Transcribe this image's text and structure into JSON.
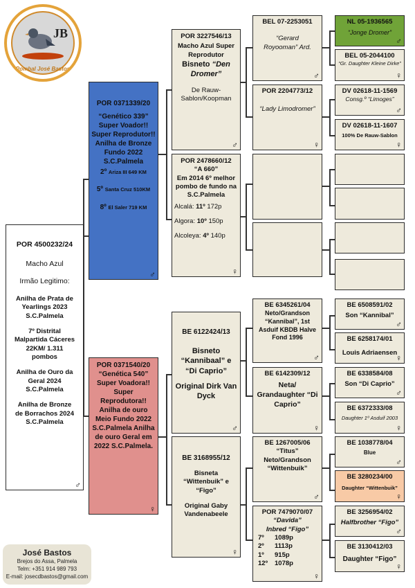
{
  "logo": {
    "initials": "JB",
    "name": "Pombal José Bastos"
  },
  "subject": {
    "ring": "POR 4500232/24",
    "sex_label": "Macho Azul",
    "note": "Irmão Legitimo:",
    "awards": [
      "Anilha de Prata de Yearlings 2023 S.C.Palmela",
      "7º Distrital Malpartida Cáceres 22KM/ 1.311 pombos",
      "Anilha de Ouro da Geral 2024 S.C.Palmela",
      "Anilha de Bronze de Borrachos 2024 S.C.Palmela"
    ],
    "sex": "♂"
  },
  "sire": {
    "ring": "POR 0371339/20",
    "name": "“Genético 339” Super Voador!! Super Reprodutor!! Anilha de Bronze Fundo 2022 S.C.Palmela",
    "results": [
      {
        "rank": "2º",
        "text": "Ariza III 649 KM"
      },
      {
        "rank": "5º",
        "text": "Santa Cruz 510KM"
      },
      {
        "rank": "8º",
        "text": "El Saler 719 KM"
      }
    ],
    "sex": "♂"
  },
  "dam": {
    "ring": "POR 0371540/20",
    "name": "“Genética 540” Super Voadora!! Super Reprodutora!! Anilha de ouro Meio Fundo 2022 S.C.Palmela Anilha de ouro Geral em 2022 S.C.Palmela.",
    "sex": "♀"
  },
  "ss": {
    "ring": "POR 3227546/13",
    "line1": "Macho Azul Super Reprodutor",
    "line2": "Bisneto",
    "line2_it": "“Den Dromer”",
    "line3": "De Rauw-Sablon/Koopman",
    "sex": "♂"
  },
  "sd": {
    "ring": "POR 2478660/12",
    "line1": "“A 660”",
    "line2": "Em 2014 6º melhor pombo de fundo na S.C.Palmela",
    "results": [
      {
        "place": "Alcalá:",
        "rank": "11º",
        "km": "172p"
      },
      {
        "place": "Algora:",
        "rank": "10º",
        "km": "150p"
      },
      {
        "place": "Alcoleya:",
        "rank": "4º",
        "km": "140p"
      }
    ],
    "sex": "♀"
  },
  "ds": {
    "ring": "BE 6122424/13",
    "line1": "Bisneto “Kannibaal” e “Di Caprio”",
    "line2": "Original Dirk Van Dyck",
    "sex": "♂"
  },
  "dd": {
    "ring": "BE 3168955/12",
    "line1": "Bisneta “Wittenbuik” e “Figo”",
    "line2": "Original Gaby Vandenabeele",
    "sex": "♀"
  },
  "sss": {
    "ring": "BEL 07-2253051",
    "text": "“Gerard Royooman” Ard.",
    "sex": "♂"
  },
  "ssd": {
    "ring": "POR 2204773/12",
    "text": "“Lady Limodromer”",
    "sex": "♀"
  },
  "dss": {
    "ring": "BE 6345261/04",
    "text": "Neto/Grandson “Kannibal”, 1st Asduif KBDB Halve Fond 1996",
    "sex": "♂"
  },
  "dsd": {
    "ring": "BE 6142309/12",
    "text": "Neta/ Grandaughter “Di Caprio”",
    "sex": "♀"
  },
  "dds": {
    "ring": "BE 1267005/06",
    "text": "“Titus” Neto/Grandson “Wittenbuik”",
    "sex": "♂"
  },
  "ddd": {
    "ring": "POR 7479070/07",
    "name": "“Davida”",
    "text": "Inbred “Figo”",
    "results": [
      {
        "rank": "7º",
        "km": "1089p"
      },
      {
        "rank": "2º",
        "km": "1113p"
      },
      {
        "rank": "1º",
        "km": "915p"
      },
      {
        "rank": "12º",
        "km": "1078p"
      }
    ],
    "sex": "♀"
  },
  "g4": [
    {
      "ring": "NL 05-1936565",
      "text": "“Jonge Dromer”",
      "sex": "♂"
    },
    {
      "ring": "BEL 05-2044100",
      "text": "“Gr. Daughter Kleine Dirke”",
      "sex": "♀"
    },
    {
      "ring": "DV 02618-11-1569",
      "text": "Consg.º “Limoges”",
      "sex": "♂"
    },
    {
      "ring": "DV 02618-11-1607",
      "text": "100% De Rauw-Sablon",
      "sex": "♀"
    },
    {
      "ring": "BE 6508591/02",
      "text": "Son “Kannibal”",
      "sex": "♂"
    },
    {
      "ring": "BE 6258174/01",
      "text": "Louis Adriaensen",
      "sex": "♀"
    },
    {
      "ring": "BE 6338584/08",
      "text": "Son “Di Caprio”",
      "sex": "♂"
    },
    {
      "ring": "BE 6372333/08",
      "text": "Daughter 1º Asduif 2003",
      "sex": "♀"
    },
    {
      "ring": "BE 1038778/04",
      "text": "Blue",
      "sex": "♂"
    },
    {
      "ring": "BE 3280234/00",
      "text": "Daughter “Wittenbuik”",
      "sex": "♀"
    },
    {
      "ring": "BE 3256954/02",
      "text": "Halfbrother “Figo”",
      "sex": "♂"
    },
    {
      "ring": "BE 3130412/03",
      "text": "Daughter “Figo”",
      "sex": "♀"
    }
  ],
  "contact": {
    "name": "José Bastos",
    "address": "Brejos do Assa, Palmela",
    "phone": "Telm: +351 914 989 793",
    "email": "E-mail: josecdbastos@gmail.com"
  }
}
